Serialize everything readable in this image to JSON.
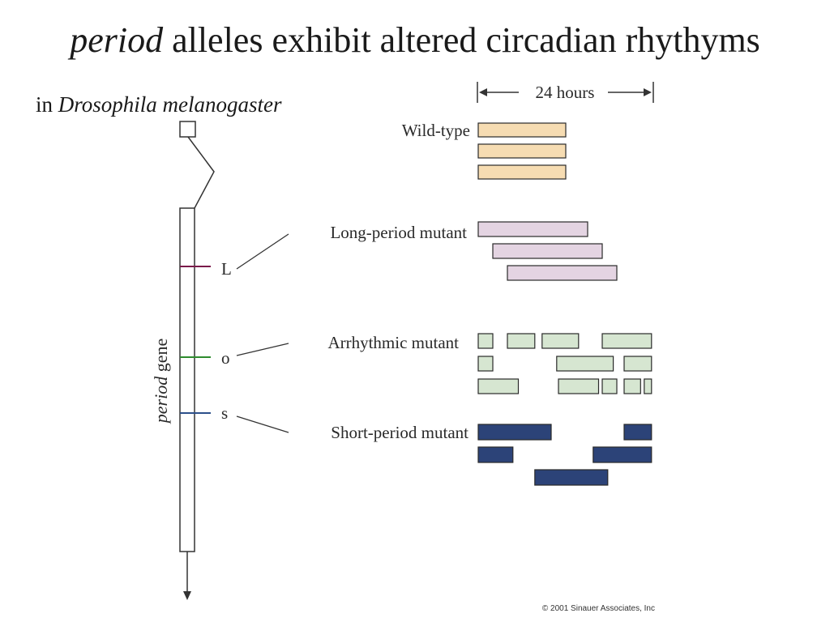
{
  "title": {
    "italic": "period",
    "rest": " alleles exhibit altered circadian rhythyms"
  },
  "subtitle": {
    "prefix": "in ",
    "italic": "Drosophila melanogaster"
  },
  "scale_label": "24 hours",
  "gene_label": {
    "italic": "period",
    "rest": " gene"
  },
  "alleles": [
    {
      "letter": "L",
      "color": "#7a1a4a"
    },
    {
      "letter": "o",
      "color": "#2e8b2e"
    },
    {
      "letter": "s",
      "color": "#2c4f8a"
    }
  ],
  "groups": [
    {
      "label": "Wild-type",
      "fill": "#f6dcb2",
      "rows": [
        [
          [
            0,
            24
          ]
        ],
        [
          [
            0,
            24
          ]
        ],
        [
          [
            0,
            24
          ]
        ]
      ]
    },
    {
      "label": "Long-period mutant",
      "fill": "#e4d4e2",
      "rows": [
        [
          [
            0,
            30
          ]
        ],
        [
          [
            4,
            34
          ]
        ],
        [
          [
            8,
            38
          ]
        ]
      ]
    },
    {
      "label": "Arrhythmic mutant",
      "fill": "#d6e6d1",
      "rows": [
        [
          [
            0,
            4
          ],
          [
            8,
            15.5
          ],
          [
            17.5,
            27.5
          ],
          [
            34,
            47.5
          ]
        ],
        [
          [
            0,
            4
          ],
          [
            21.5,
            37
          ],
          [
            40,
            47.5
          ]
        ],
        [
          [
            0,
            11
          ],
          [
            22,
            33
          ],
          [
            34,
            38
          ],
          [
            40,
            44.5
          ],
          [
            45.5,
            47.5
          ]
        ]
      ]
    },
    {
      "label": "Short-period mutant",
      "fill": "#2c4378",
      "rows": [
        [
          [
            0,
            20
          ],
          [
            40,
            47.5
          ]
        ],
        [
          [
            0,
            9.5
          ],
          [
            31.5,
            47.5
          ]
        ],
        [
          [
            15.5,
            35.5
          ]
        ]
      ]
    }
  ],
  "copyright": "© 2001 Sinauer Associates, Inc"
}
